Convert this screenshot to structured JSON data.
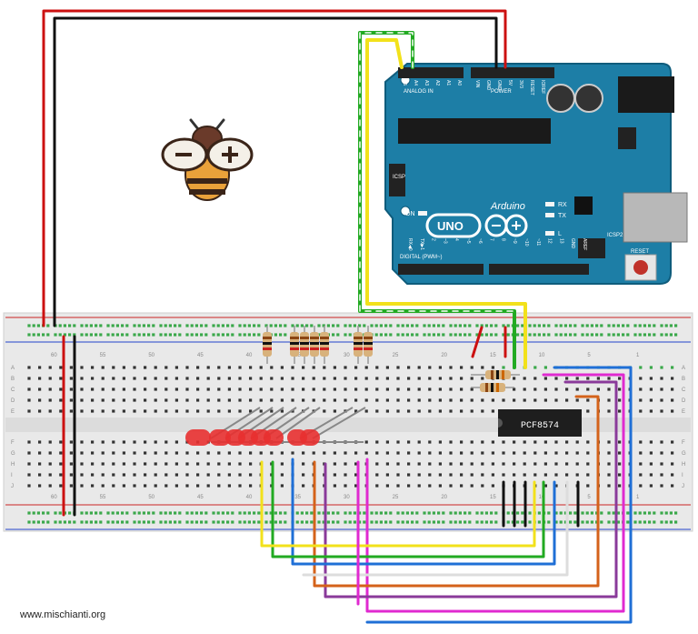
{
  "arduino": {
    "brand": "Arduino",
    "model": "UNO",
    "analog_header": "ANALOG IN",
    "power_header": "POWER",
    "digital_header": "DIGITAL (PWM~)",
    "on_label": "ON",
    "tx_label": "TX",
    "rx_label": "RX",
    "l_label": "L",
    "icsp_label": "ICSP",
    "icsp2_label": "ICSP2",
    "reset_label": "RESET",
    "aref_label": "AREF",
    "gnd_label": "GND",
    "analog_pins": [
      "A5",
      "A4",
      "A3",
      "A2",
      "A1",
      "A0"
    ],
    "power_pins": [
      "VIN",
      "GND",
      "GND",
      "5V",
      "3V3",
      "RESET",
      "IOREF"
    ],
    "digital_pins": [
      "AREF",
      "GND",
      "13",
      "12",
      "~11",
      "~10",
      "~9",
      "8",
      "7",
      "~6",
      "~5",
      "4",
      "~3",
      "2",
      "TX▶1",
      "RX◀0"
    ]
  },
  "ic": {
    "label": "PCF8574"
  },
  "breadboard": {
    "row_letters_top": [
      "A",
      "B",
      "C",
      "D",
      "E"
    ],
    "row_letters_bottom": [
      "F",
      "G",
      "H",
      "I",
      "J"
    ],
    "column_numbers": [
      "60",
      "55",
      "50",
      "45",
      "40",
      "35",
      "30",
      "25",
      "20",
      "15",
      "10",
      "5",
      "1"
    ]
  },
  "watermark": "www.mischianti.org",
  "colors": {
    "board_blue": "#1d7ea6",
    "wire_red": "#cc1111",
    "wire_black": "#111111",
    "wire_green": "#22aa22",
    "wire_yellow": "#f2e11b",
    "wire_blue": "#1f6fd6",
    "wire_purple": "#8a3a9a",
    "wire_magenta": "#e02ad0",
    "wire_orange": "#d4621a",
    "wire_white": "#dddddd",
    "led_red": "#e83030",
    "bee_orange": "#e9a13a"
  },
  "icons": {
    "logo": "bee-logo-icon"
  }
}
